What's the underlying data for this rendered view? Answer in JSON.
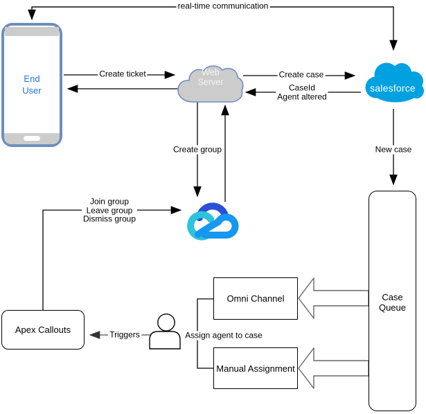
{
  "nodes": {
    "end_user": {
      "label": "End User"
    },
    "web_server": {
      "label": "Web Server"
    },
    "salesforce": {
      "label": "salesforce"
    },
    "tencent_cloud": {
      "icon": "tencent-cloud-icon"
    },
    "agent": {
      "icon": "person-icon"
    },
    "case_queue": {
      "label": "Case Queue"
    },
    "omni_channel": {
      "label": "Omni Channel"
    },
    "manual_assignment": {
      "label": "Manual Assignment"
    },
    "apex_callouts": {
      "label": "Apex Callouts"
    }
  },
  "edges": {
    "real_time_communication": {
      "label": "real-time communication"
    },
    "create_ticket": {
      "label": "Create ticket"
    },
    "create_case": {
      "label": "Create case"
    },
    "case_response": {
      "lines": [
        "CaseId",
        "Agent altered"
      ]
    },
    "new_case": {
      "label": "New case"
    },
    "create_group": {
      "label": "Create group"
    },
    "group_ops": {
      "lines": [
        "Join group",
        "Leave group",
        "Dismiss group"
      ]
    },
    "triggers": {
      "label": "Triggers"
    },
    "assign_agent": {
      "label": "Assign agent to case"
    }
  },
  "colors": {
    "phone_border": "#6C8EBF",
    "end_user_text": "#1A73E8",
    "server_cloud_fill": "#CCCCCC",
    "server_cloud_stroke": "#6C8EBF",
    "salesforce_blue": "#00A1E0",
    "tencent_dark_blue": "#2850D8",
    "tencent_cyan": "#2EC3DC",
    "tencent_light_blue": "#1697F0",
    "line_color": "#000000",
    "triggers_line_color": "#4D4D4D",
    "block_arrow_stroke": "#666666"
  }
}
